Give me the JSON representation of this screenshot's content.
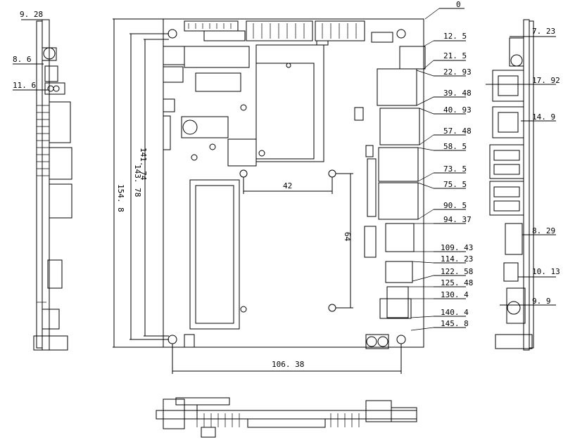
{
  "board": {
    "width_dims": [
      "42",
      "106. 38"
    ],
    "height_dims": [
      "154. 8",
      "143. 78",
      "141. 74",
      "64"
    ],
    "right_edge_dims": [
      "0",
      "12. 5",
      "21. 5",
      "22. 93",
      "39. 48",
      "40. 93",
      "57. 48",
      "58. 5",
      "73. 5",
      "75. 5",
      "90. 5",
      "94. 37",
      "109. 43",
      "114. 23",
      "122. 58",
      "125. 48",
      "130. 4",
      "140. 4",
      "145. 8"
    ]
  },
  "left_view": {
    "dims": [
      "9. 28",
      "8. 6",
      "11. 6"
    ]
  },
  "right_view": {
    "dims": [
      "7. 23",
      "17. 92",
      "14. 9",
      "8. 29",
      "10. 13",
      "9. 9"
    ]
  }
}
